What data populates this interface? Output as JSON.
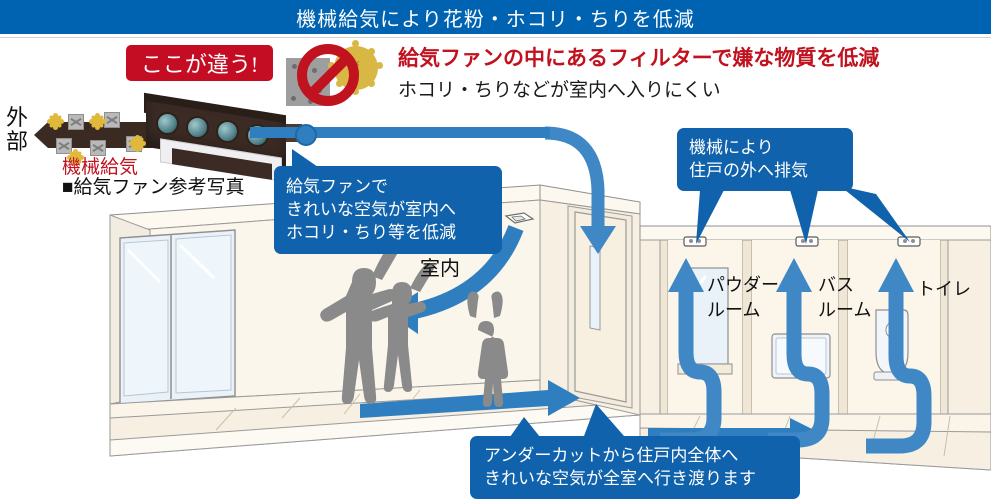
{
  "header": {
    "title": "機械給気により花粉・ホコリ・ちりを低減",
    "bg_color": "#0063b2"
  },
  "badges": {
    "koko_ga_chigau": "ここが違う!",
    "koko_color": "#c40c23"
  },
  "headline": {
    "red_line": "給気ファンの中にあるフィルターで嫌な物質を低減",
    "red_color": "#c0121f",
    "black_line": "ホコリ・ちりなどが室内へ入りにくい"
  },
  "exterior": {
    "label": "外部",
    "mechanical_supply": "機械給気",
    "mechanical_supply_color": "#c0121f",
    "photo_caption": "■給気ファン参考写真"
  },
  "callouts": {
    "supply": {
      "lines": [
        "給気ファンで",
        "きれいな空気が室内へ",
        "ホコリ・ちり等を低減"
      ]
    },
    "exhaust": {
      "lines": [
        "機械により",
        "住戸の外へ排気"
      ]
    },
    "undercut": {
      "lines": [
        "アンダーカットから住戸内全体へ",
        "きれいな空気が全室へ行き渡ります"
      ]
    },
    "bubble_color": "#0f62ab"
  },
  "rooms": {
    "indoor": "室内",
    "powder_line1": "パウダー",
    "powder_line2": "ルーム",
    "bath_line1": "バス",
    "bath_line2": "ルーム",
    "toilet": "トイレ"
  },
  "palette": {
    "arrow_blue": "#2f7fc0",
    "wall_cream": "#f4ead9",
    "floor_cream": "#f7f1e4",
    "glass_blue": "#e7f1f8",
    "silhouette_gray": "#8a8a8a",
    "line_gray": "#9a9a9a"
  }
}
